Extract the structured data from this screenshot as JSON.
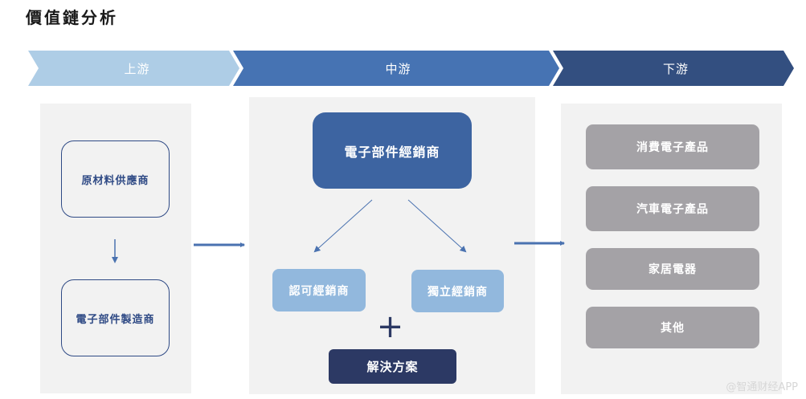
{
  "title": "價值鏈分析",
  "stages": [
    {
      "label": "上游",
      "color": "#aecde6"
    },
    {
      "label": "中游",
      "color": "#4673b3"
    },
    {
      "label": "下游",
      "color": "#334f80"
    }
  ],
  "upstream": {
    "items": [
      "原材料供應商",
      "電子部件製造商"
    ]
  },
  "midstream": {
    "main": "電子部件經銷商",
    "branches": [
      "認可經銷商",
      "獨立經銷商"
    ],
    "plus_symbol": "+",
    "solution": "解決方案"
  },
  "downstream": {
    "items": [
      "消費電子產品",
      "汽車電子產品",
      "家居電器",
      "其他"
    ]
  },
  "colors": {
    "arrow": "#4a72b0",
    "panel_bg": "#f2f2f2",
    "outline": "#2f4a85",
    "gray_box": "#a4a2a6"
  },
  "watermark": "@智通财经APP"
}
